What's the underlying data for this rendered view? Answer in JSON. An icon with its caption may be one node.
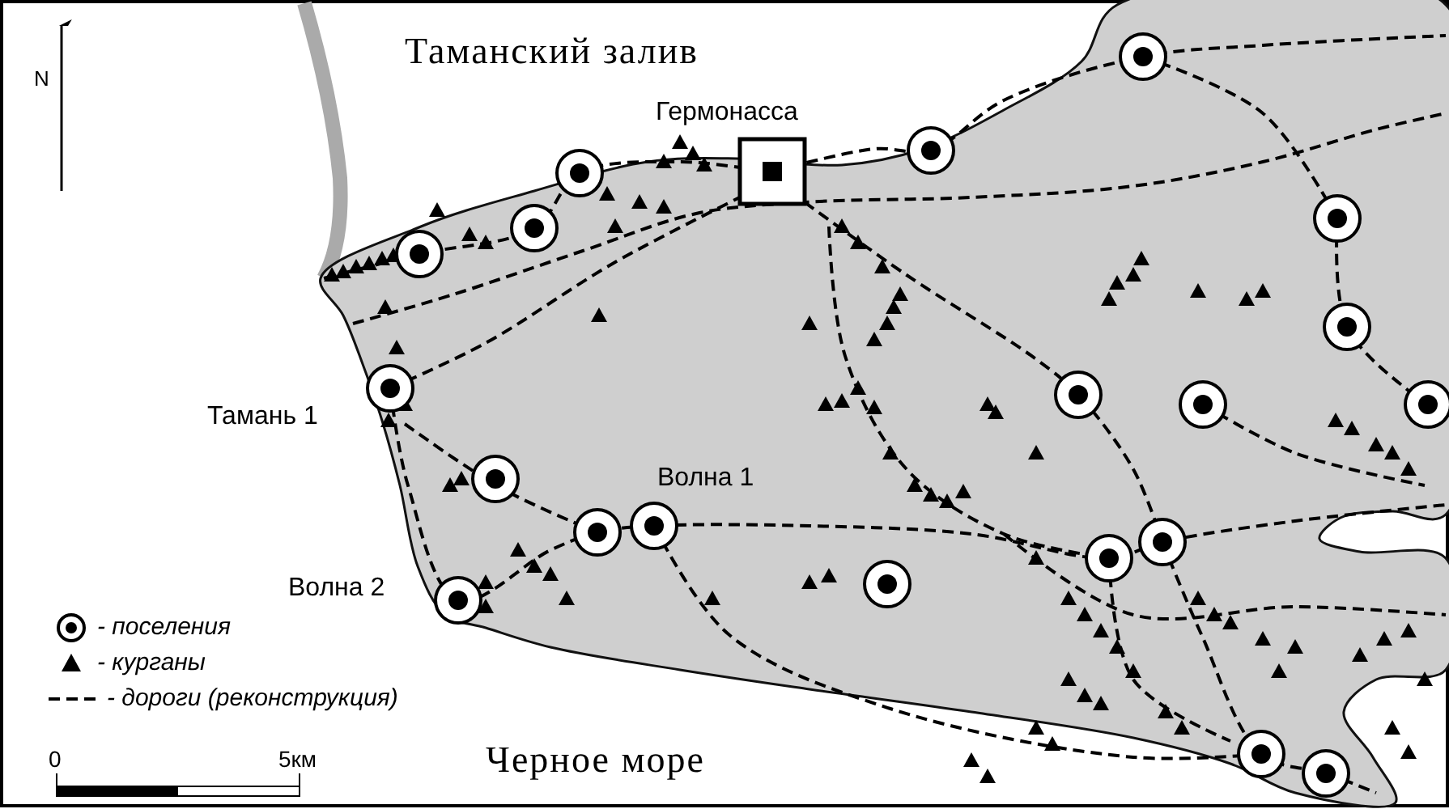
{
  "diagram": {
    "labels": [
      "Таманский залив",
      "N",
      "Гермонасса",
      "Тамань 1",
      "Волна 1",
      "Волна 2",
      "0",
      "5км",
      "Черное море"
    ],
    "legend": [
      {
        "text": "- поселения"
      },
      {
        "text": "- курганы"
      },
      {
        "text": "- дороги (реконструкция)"
      }
    ]
  }
}
